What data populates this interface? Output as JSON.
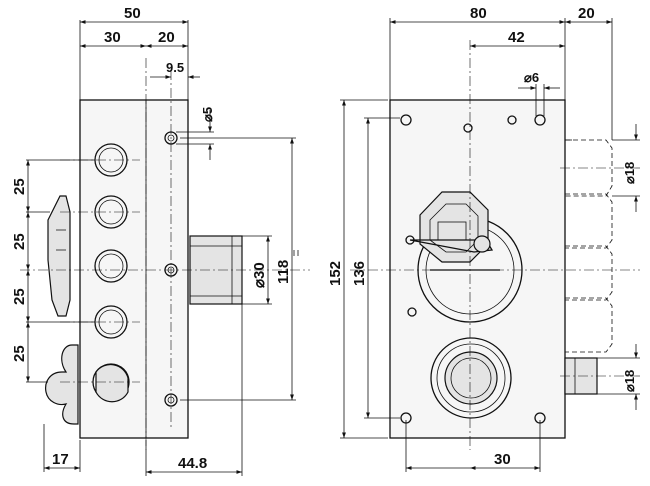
{
  "side_view": {
    "top_dims": [
      "50",
      "30",
      "20",
      "9.5"
    ],
    "hole_dim": "⌀5",
    "left_dims": [
      "25",
      "25",
      "25",
      "25"
    ],
    "bolt_dim": "⌀30",
    "height_dim": "118",
    "bottom_dims": [
      "17",
      "44.8"
    ]
  },
  "front_view": {
    "top_dims": [
      "80",
      "20",
      "42"
    ],
    "hole_dim": "⌀6",
    "height_dims": [
      "152",
      "136"
    ],
    "bolt_dims": [
      "⌀18",
      "⌀18"
    ],
    "bottom_dim": "30"
  }
}
